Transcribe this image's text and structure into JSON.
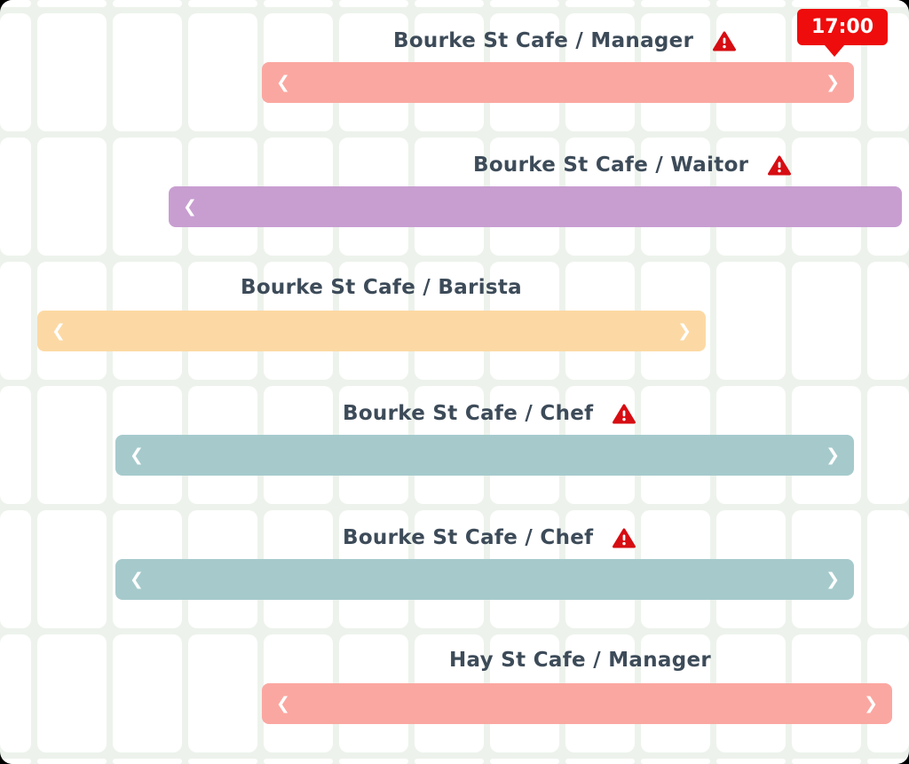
{
  "colors": {
    "text": "#3d4b59",
    "warning": "#d60d12",
    "badge_bg": "#ee0c0c",
    "grid_line": "#edf3ec",
    "cell_bg": "#ffffff",
    "pink": "#fba7a1",
    "purple": "#c89ed1",
    "orange": "#fcd9a4",
    "teal": "#a6cacc"
  },
  "icons": {
    "chevron_left": "❮",
    "chevron_right": "❯"
  },
  "time_badge": {
    "label": "17:00"
  },
  "rows": [
    {
      "label": "Bourke St Cafe / Manager",
      "has_warning": true,
      "bar_color": "#fba7a1"
    },
    {
      "label": "Bourke St Cafe / Waitor",
      "has_warning": true,
      "bar_color": "#c89ed1"
    },
    {
      "label": "Bourke St Cafe / Barista",
      "has_warning": false,
      "bar_color": "#fcd9a4"
    },
    {
      "label": "Bourke St Cafe / Chef",
      "has_warning": true,
      "bar_color": "#a6cacc"
    },
    {
      "label": "Bourke St Cafe / Chef",
      "has_warning": true,
      "bar_color": "#a6cacc"
    },
    {
      "label": "Hay St Cafe / Manager",
      "has_warning": false,
      "bar_color": "#fba7a1"
    }
  ]
}
